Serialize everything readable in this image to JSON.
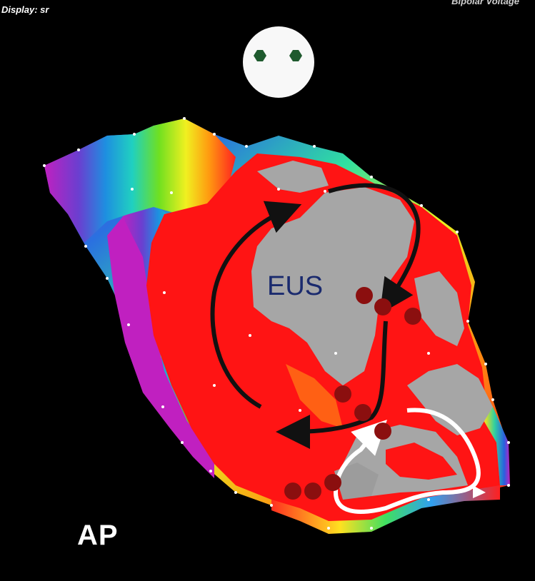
{
  "header": {
    "display_label": "Display: sr",
    "mode_label": "Bipolar Voltage"
  },
  "map": {
    "region_label": "EUS",
    "view_label": "AP"
  },
  "colors": {
    "background": "#000000",
    "voltage_low": "#ff1a1a",
    "scar": "#a8a8a8",
    "high_voltage": "#c020c0",
    "ablation_marker": "#8b0f0f",
    "propagation_arrow": "#111111",
    "reentry_arrow": "#ffffff",
    "orientation_eyes": "#1f5a2e"
  }
}
